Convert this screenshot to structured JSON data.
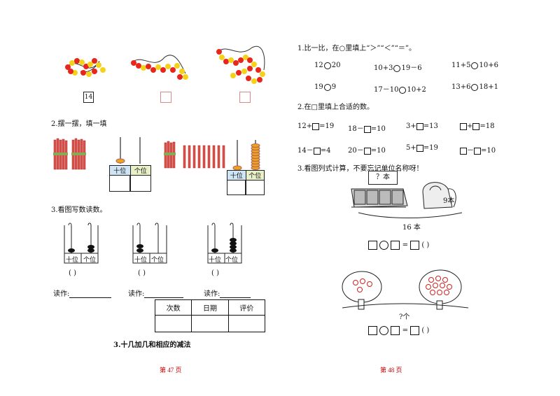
{
  "left": {
    "bead_answer_1": "14",
    "bead_answer_2": "",
    "bead_answer_3": "",
    "q2_title": "2.摆一摆，填一填",
    "place_tens": "十位",
    "place_ones": "个位",
    "q3_title": "3.看图写数读数。",
    "abacus_paren": "(        )",
    "read_label": "读作:",
    "table_headers": [
      "次数",
      "日期",
      "评价"
    ],
    "section_title": "3.十几加几和相应的减法",
    "page_number": "第 47 页"
  },
  "right": {
    "q1_title": "1.比一比，在○里填上“＞”“＜”“＝”。",
    "q1_rows": [
      [
        [
          "12",
          "20"
        ],
        [
          "10+3",
          "19－6"
        ],
        [
          "11+5",
          "10+6"
        ]
      ],
      [
        [
          "19",
          "9"
        ],
        [
          "17－10",
          "10+2"
        ],
        [
          "13+6",
          "18+1"
        ]
      ]
    ],
    "q2_title": "2.在□里填上合适的数。",
    "q2_rows": [
      [
        [
          "12+",
          "=19"
        ],
        [
          "18－",
          "=10"
        ],
        [
          "3+",
          "=13"
        ],
        [
          "",
          "+",
          "=18"
        ]
      ],
      [
        [
          "14－",
          "=4"
        ],
        [
          "20－",
          "=10"
        ],
        [
          "5+",
          "=19"
        ],
        [
          "",
          "－",
          "=10"
        ]
      ]
    ],
    "q3_title": "3.看图列式计算，不要忘记单位名称呀！",
    "books_label": "？本",
    "bag_label": "9本",
    "total_label": "16 本",
    "paren": "(    )",
    "apples_label": "?个",
    "page_number": "第 48 页"
  },
  "colors": {
    "bead_red": "#e8261c",
    "bead_yellow": "#f5d21a",
    "stick_red": "#e0504a",
    "bead_orange": "#f2a21a",
    "tens_bg": "#cfe4f5",
    "ones_bg": "#e8f0c8",
    "page_num": "#cc0000"
  }
}
